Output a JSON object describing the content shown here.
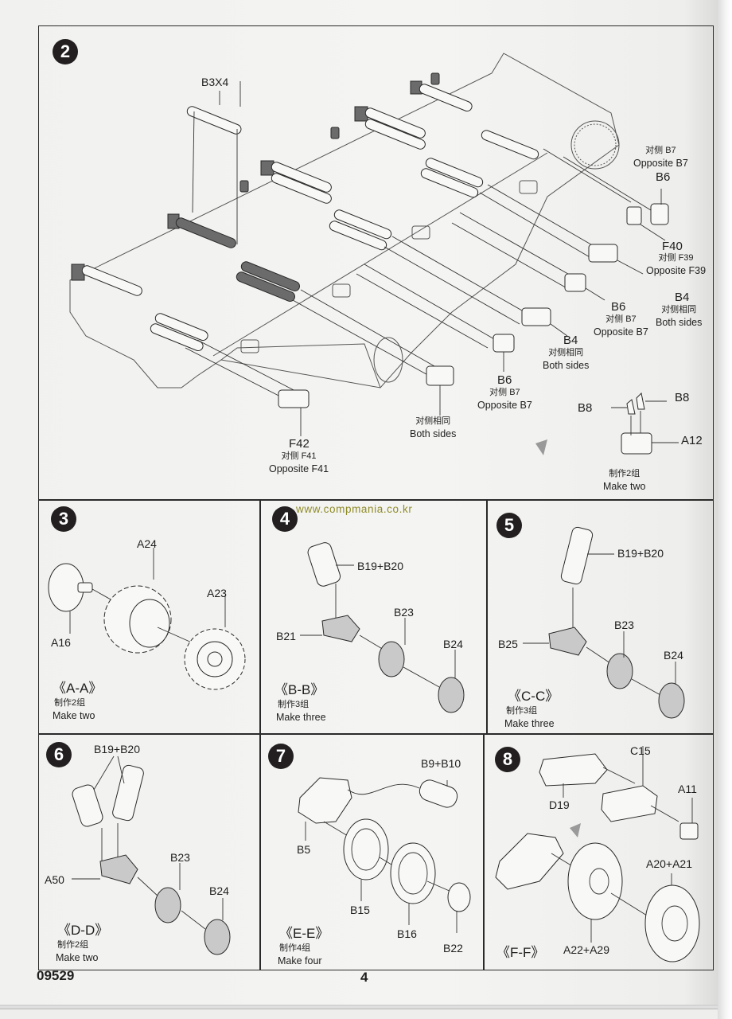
{
  "document": {
    "kit_number": "09529",
    "page_number": "4",
    "watermark": "www.compmania.co.kr"
  },
  "step2": {
    "number": "2",
    "labels": {
      "b3x4": "B3X4",
      "b7_top_cn": "对侧 B7",
      "b7_top_en": "Opposite B7",
      "b6_top": "B6",
      "f40": "F40",
      "f39_cn": "对侧 F39",
      "f39_en": "Opposite F39",
      "b4_right": "B4",
      "b4_right_cn": "对侧相同",
      "b4_right_en": "Both sides",
      "b6_mid": "B6",
      "b6_mid_cn": "对侧 B7",
      "b6_mid_en": "Opposite B7",
      "b4_mid": "B4",
      "b4_mid_cn": "对侧相同",
      "b4_mid_en": "Both sides",
      "b6_low": "B6",
      "b6_low_cn": "对侧  B7",
      "b6_low_en": "Opposite B7",
      "both_sides_cn": "对侧相同",
      "both_sides_en": "Both sides",
      "f42": "F42",
      "f41_cn": "对侧 F41",
      "f41_en": "Opposite F41",
      "b8_left": "B8",
      "b8_right": "B8",
      "a12": "A12",
      "make_two_cn": "制作2组",
      "make_two_en": "Make two"
    }
  },
  "step3": {
    "number": "3",
    "parts": {
      "a24": "A24",
      "a23": "A23",
      "a16": "A16"
    },
    "section": "《A-A》",
    "qty_cn": "制作2组",
    "qty_en": "Make two"
  },
  "step4": {
    "number": "4",
    "parts": {
      "b19b20": "B19+B20",
      "b21": "B21",
      "b23": "B23",
      "b24": "B24"
    },
    "section": "《B-B》",
    "qty_cn": "制作3组",
    "qty_en": "Make three"
  },
  "step5": {
    "number": "5",
    "parts": {
      "b19b20": "B19+B20",
      "b25": "B25",
      "b23": "B23",
      "b24": "B24"
    },
    "section": "《C-C》",
    "qty_cn": "制作3组",
    "qty_en": "Make three"
  },
  "step6": {
    "number": "6",
    "parts": {
      "b19b20": "B19+B20",
      "a50": "A50",
      "b23": "B23",
      "b24": "B24"
    },
    "section": "《D-D》",
    "qty_cn": "制作2组",
    "qty_en": "Make two"
  },
  "step7": {
    "number": "7",
    "parts": {
      "b9b10": "B9+B10",
      "b5": "B5",
      "b15": "B15",
      "b16": "B16",
      "b22": "B22"
    },
    "section": "《E-E》",
    "qty_cn": "制作4组",
    "qty_en": "Make four"
  },
  "step8": {
    "number": "8",
    "parts": {
      "c15": "C15",
      "a11": "A11",
      "d19": "D19",
      "a20a21": "A20+A21",
      "a22a29": "A22+A29"
    },
    "section": "《F-F》"
  }
}
